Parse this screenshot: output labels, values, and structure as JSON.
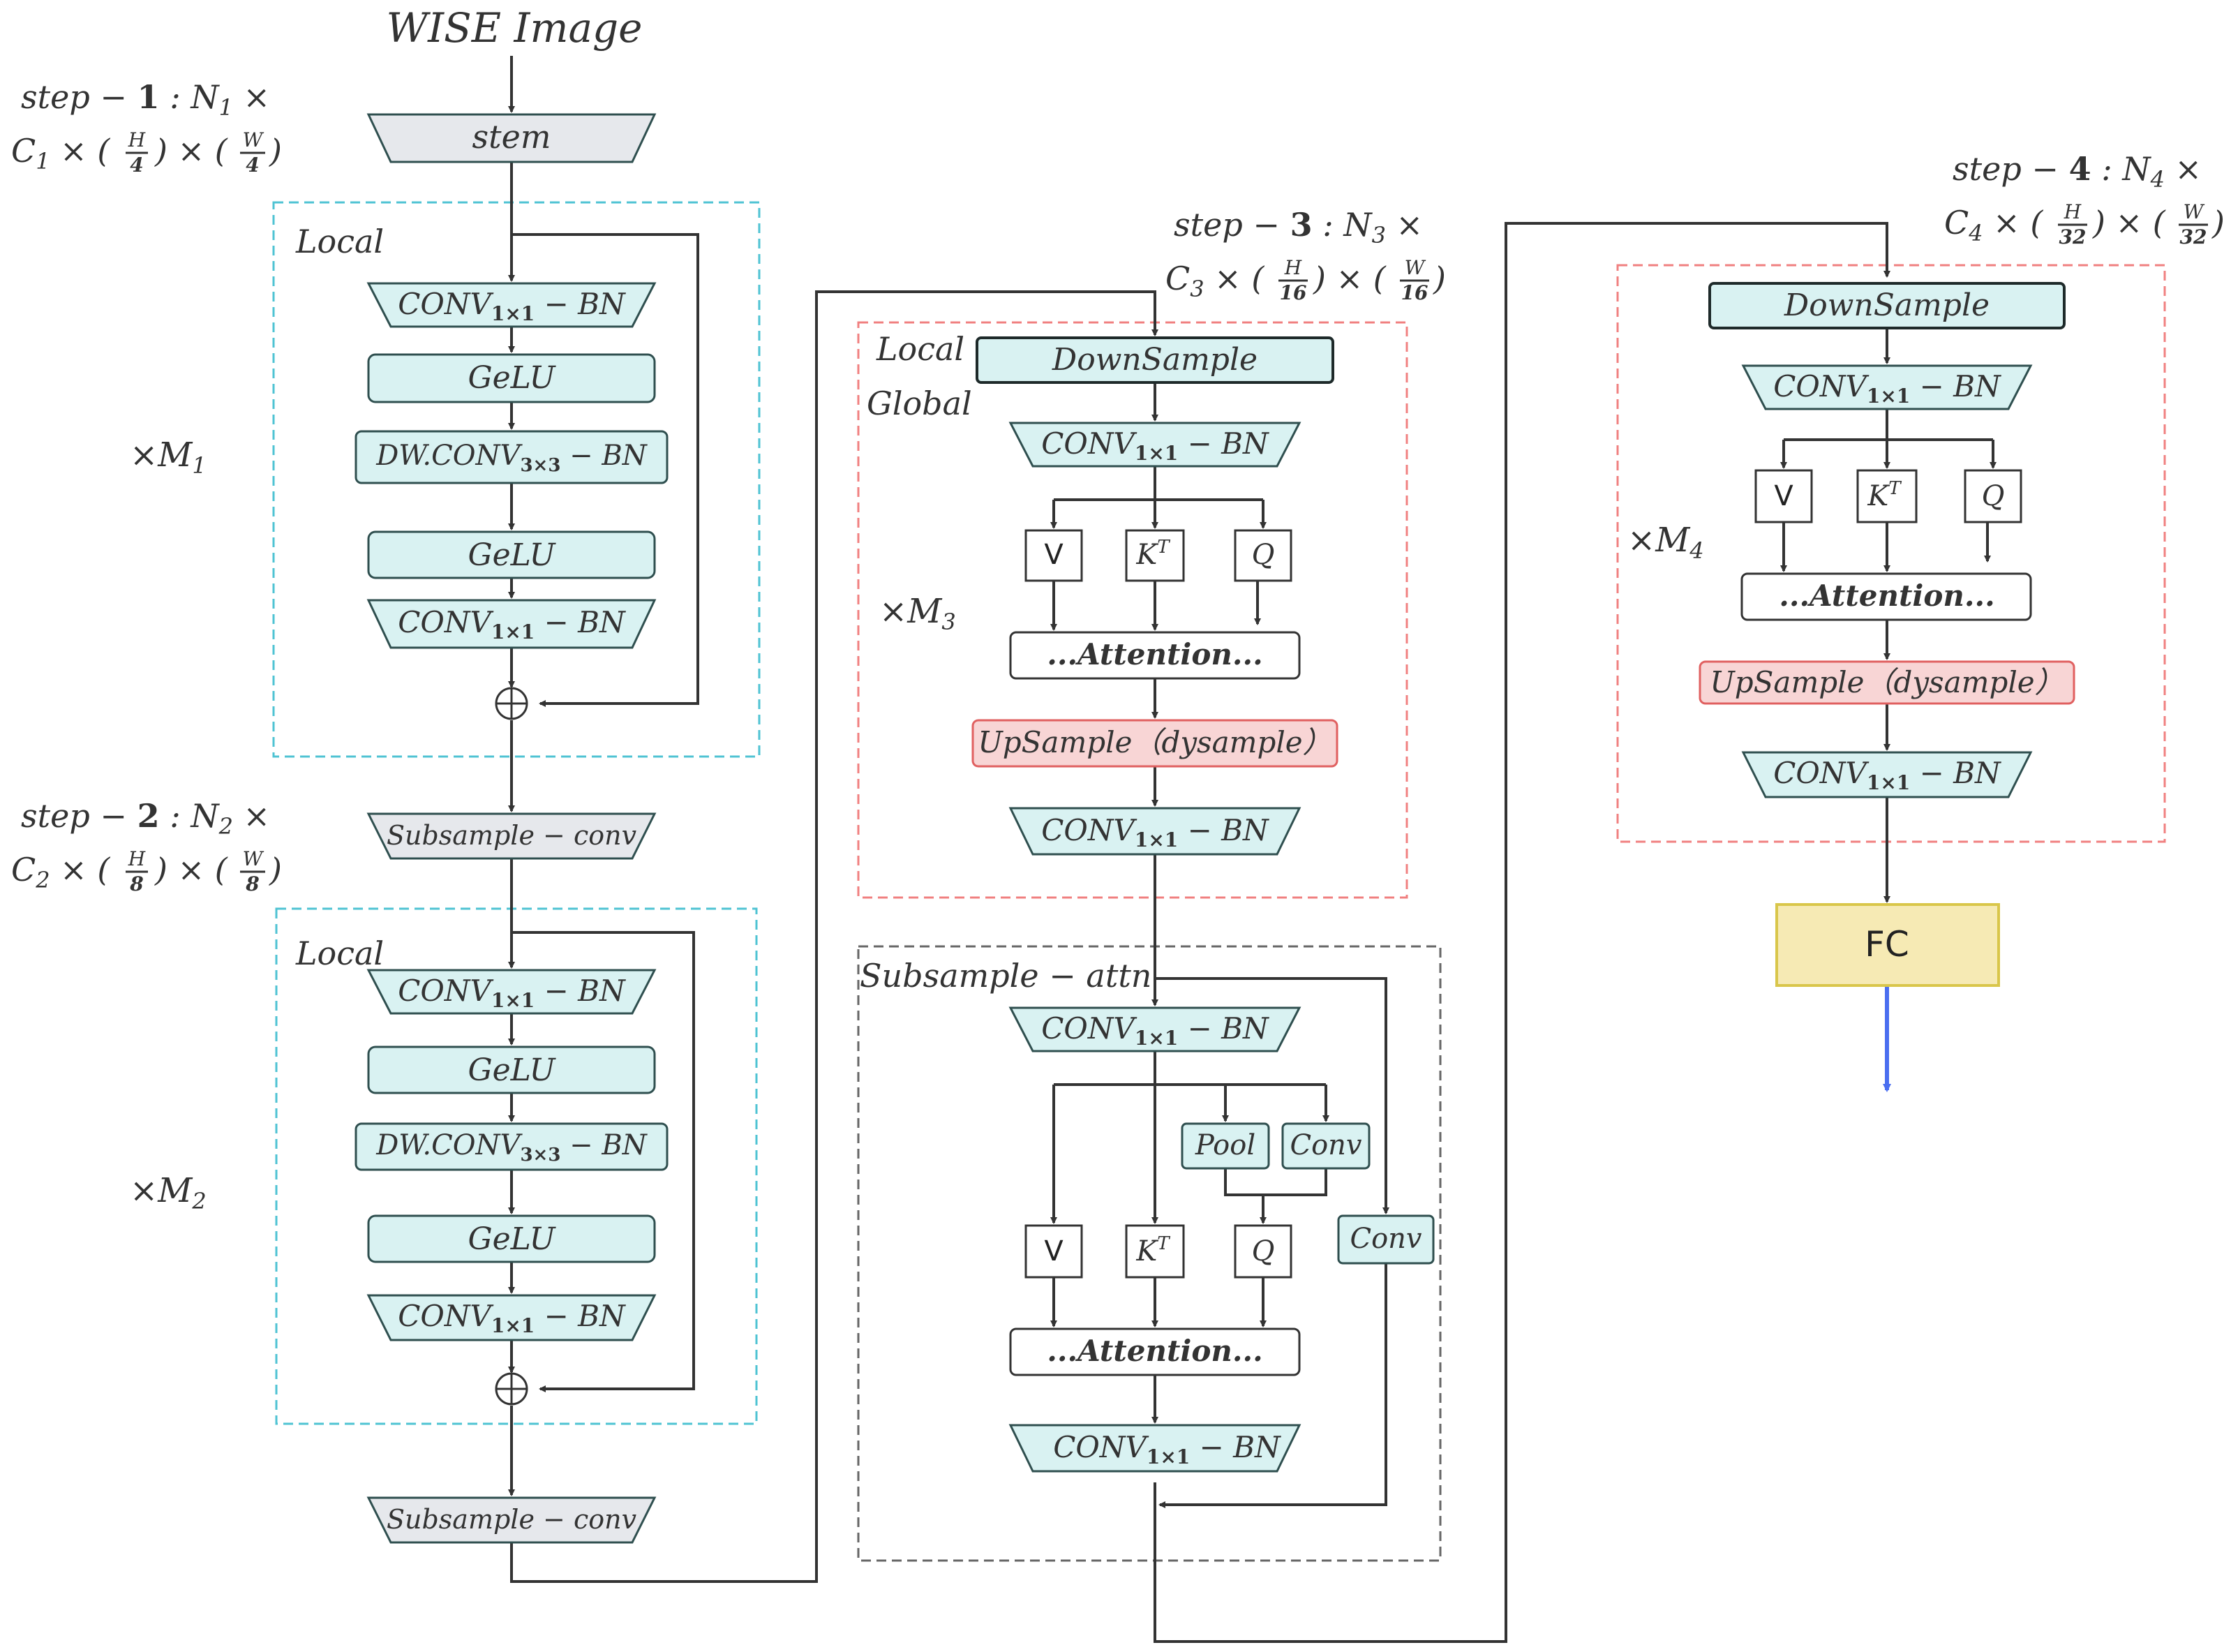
{
  "title": "WISE Image",
  "colors": {
    "block_fill": "#d9f2f2",
    "block_stroke": "#2f4f4f",
    "gray_fill": "#e6e8ec",
    "upsample_fill": "#f8d5d5",
    "upsample_stroke": "#e06060",
    "fc_fill": "#f6eab4",
    "fc_stroke": "#d9c64a",
    "local_border": "#4fc3d3",
    "global_border": "#f08080",
    "subsample_border": "#666666",
    "output_arrow": "#4a6ef0"
  },
  "steps": {
    "step1": {
      "prefix": "step − ",
      "num": "1",
      "suffix": " : N",
      "sub": "1",
      "times": " ×",
      "line2": "C",
      "c_sub": "1",
      "h": "H",
      "h_den": "4",
      "w": "W",
      "w_den": "4"
    },
    "step2": {
      "prefix": "step − ",
      "num": "2",
      "suffix": " : N",
      "sub": "2",
      "times": " ×",
      "line2": "C",
      "c_sub": "2",
      "h": "H",
      "h_den": "8",
      "w": "W",
      "w_den": "8"
    },
    "step3": {
      "prefix": "step − ",
      "num": "3",
      "suffix": " : N",
      "sub": "3",
      "times": " ×",
      "line2": "C",
      "c_sub": "3",
      "h": "H",
      "h_den": "16",
      "w": "W",
      "w_den": "16"
    },
    "step4": {
      "prefix": "step − ",
      "num": "4",
      "suffix": " : N",
      "sub": "4",
      "times": " ×",
      "line2": "C",
      "c_sub": "4",
      "h": "H",
      "h_den": "32",
      "w": "W",
      "w_den": "32"
    }
  },
  "multipliers": {
    "m1": "M",
    "m1_sub": "1",
    "m2": "M",
    "m2_sub": "2",
    "m3": "M",
    "m3_sub": "3",
    "m4": "M",
    "m4_sub": "4",
    "times": "×"
  },
  "labels": {
    "stem": "stem",
    "local": "Local",
    "global": "Global",
    "subsample_conv": "Subsample − conv",
    "subsample_attn": "Subsample − attn",
    "conv": "CONV",
    "conv_sub": "1×1",
    "bn": " − BN",
    "gelu": "GeLU",
    "dwconv": "DW.CONV",
    "dwconv_sub": "3×3",
    "downsample": "DownSample",
    "upsample": "UpSample（dysample）",
    "attention": "...Attention...",
    "v": "V",
    "k": "K",
    "k_sup": "T",
    "q": "Q",
    "pool": "Pool",
    "conv_small": "Conv",
    "fc": "FC"
  }
}
